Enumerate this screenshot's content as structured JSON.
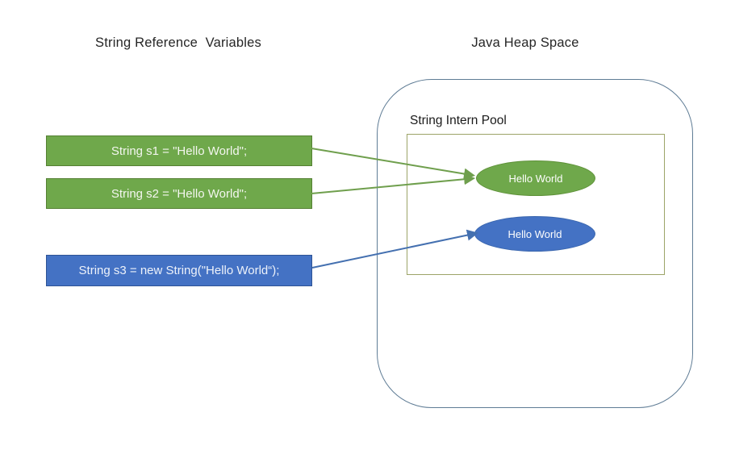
{
  "titles": {
    "left": "String Reference  Variables",
    "right": "Java Heap Space"
  },
  "heap": {
    "intern_pool_label": "String Intern Pool",
    "objects": [
      {
        "label": "Hello World",
        "color": "green",
        "location": "string-intern-pool"
      },
      {
        "label": "Hello World",
        "color": "blue",
        "location": "string-intern-pool"
      }
    ]
  },
  "variables": [
    {
      "name": "s1",
      "label": "String s1 = \"Hello World\";",
      "style": "green",
      "points_to": "green-hello-world-object"
    },
    {
      "name": "s2",
      "label": "String s2 = \"Hello World\";",
      "style": "green",
      "points_to": "green-hello-world-object"
    },
    {
      "name": "s3",
      "label": "String s3 = new String(\"Hello World“);",
      "style": "blue",
      "points_to": "blue-hello-world-object"
    }
  ],
  "colors": {
    "green_fill": "#6FA84B",
    "green_border": "#5E9138",
    "green_box_border": "#548033",
    "blue_fill": "#4472C4",
    "blue_ellipse_border": "#3A66AE",
    "blue_box_border": "#2E5395",
    "heap_border": "#5F7C95",
    "pool_border": "#9CA468",
    "arrow_green": "#6F9F4D",
    "arrow_blue": "#4470B0",
    "title_text": "#262626"
  }
}
